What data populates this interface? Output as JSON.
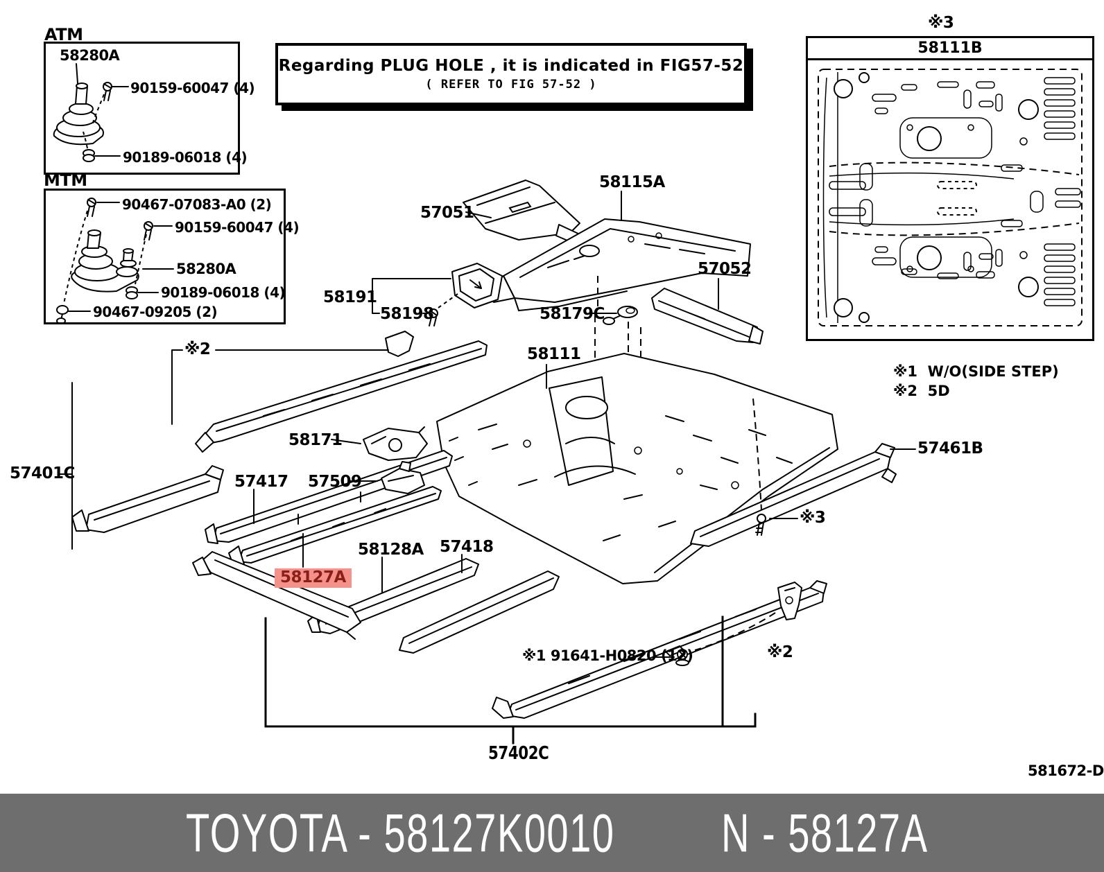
{
  "banner": {
    "left_text": "TOYOTA - 58127K0010",
    "right_text": "N - 58127A",
    "bg_color": "#6e6e6e",
    "text_color": "#ffffff"
  },
  "footer": {
    "drawing_code": "581672-D"
  },
  "note_box": {
    "line1": "Regarding PLUG HOLE , it is indicated in FIG57-52",
    "line2": "( REFER TO FIG 57-52 )"
  },
  "atm_inset": {
    "title": "ATM",
    "part_code": "58280A",
    "fasteners": [
      "90159-60047 (4)",
      "90189-06018 (4)"
    ]
  },
  "mtm_inset": {
    "title": "MTM",
    "part_code": "58280A",
    "fasteners": [
      "90467-07083-A0 (2)",
      "90159-60047 (4)",
      "90189-06018 (4)",
      "90467-09205 (2)"
    ]
  },
  "ref_inset": {
    "marker": " 3",
    "marker_text": "※3",
    "header": "58111B"
  },
  "legend": [
    {
      "marker": "※1",
      "text": "W/O(SIDE STEP)"
    },
    {
      "marker": "※2",
      "text": "5D"
    }
  ],
  "highlighted_part": {
    "code": "58127A",
    "bg_color": "#f4918a",
    "text_color": "#8b1f17"
  },
  "diagram_labels": {
    "p57051": "57051",
    "p58115a": "58115A",
    "p57052": "57052",
    "p58191": "58191",
    "p58198": "58198",
    "p58179c": "58179C",
    "p58111": "58111",
    "m2_top": "※2",
    "p58171": "58171",
    "p57417": "57417",
    "p57509": "57509",
    "p57401c": "57401C",
    "p58128a": "58128A",
    "p57418": "57418",
    "p57461b": "57461B",
    "m3_mid": "※3",
    "m3_top": "※3",
    "m1_bolt": "※1 91641-H0820 (12)",
    "m2_bottom": "※2",
    "p57402c": "57402C"
  }
}
